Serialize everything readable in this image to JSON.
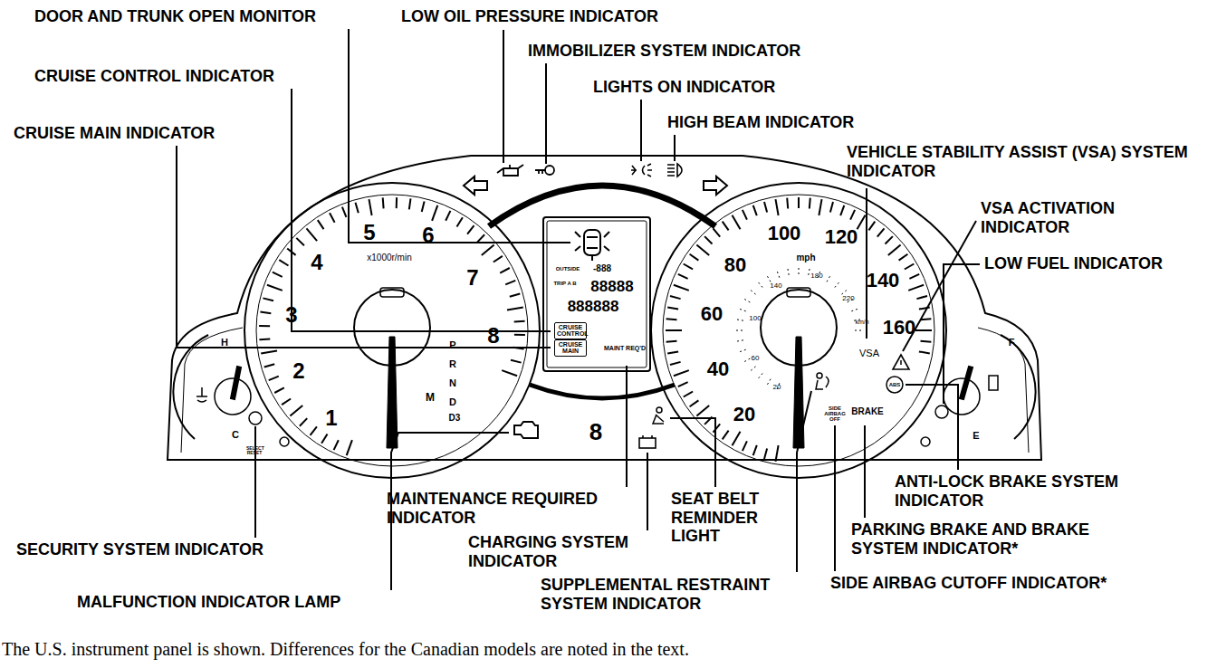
{
  "diagram": {
    "caption": "The U.S. instrument panel is shown. Differences for the Canadian models are noted in the text.",
    "nodes": [
      {
        "text": [
          "CRUISE CONTROL"
        ]
      },
      {
        "text": [
          "CRUISE MAIN"
        ]
      }
    ],
    "labels": [
      "DOOR AND TRUNK OPEN MONITOR",
      "LOW OIL PRESSURE INDICATOR",
      "IMMOBILIZER SYSTEM INDICATOR",
      "CRUISE CONTROL INDICATOR",
      "LIGHTS ON INDICATOR",
      "HIGH BEAM INDICATOR",
      "CRUISE MAIN INDICATOR",
      "VEHICLE STABILITY ASSIST (VSA) SYSTEM INDICATOR",
      "VSA ACTIVATION INDICATOR",
      "LOW FUEL INDICATOR",
      "MAINTENANCE REQUIRED INDICATOR",
      "SEAT BELT REMINDER LIGHT",
      "ANTI-LOCK BRAKE SYSTEM INDICATOR",
      "CHARGING SYSTEM INDICATOR",
      "PARKING BRAKE AND BRAKE SYSTEM INDICATOR*",
      "SECURITY SYSTEM INDICATOR",
      "SUPPLEMENTAL RESTRAINT SYSTEM INDICATOR",
      "SIDE AIRBAG CUTOFF INDICATOR*",
      "MALFUNCTION INDICATOR LAMP",
      "1",
      "2",
      "3",
      "4",
      "5",
      "6",
      "7",
      "8",
      "x1000r/min",
      "20",
      "40",
      "60",
      "80",
      "100",
      "120",
      "140",
      "160",
      "mph",
      "20",
      "60",
      "100",
      "140",
      "180",
      "220",
      "km/h",
      "P",
      "R",
      "N",
      "D",
      "D3",
      "M",
      "H",
      "C",
      "F",
      "E",
      "SELECT RESET",
      "OUTSIDE",
      "-888",
      "TRIP A B",
      "88888",
      "888888",
      "MAINT REQ'D",
      "8",
      "VSA",
      "SIDE AIRBAG OFF",
      "BRAKE",
      "ABS"
    ]
  }
}
